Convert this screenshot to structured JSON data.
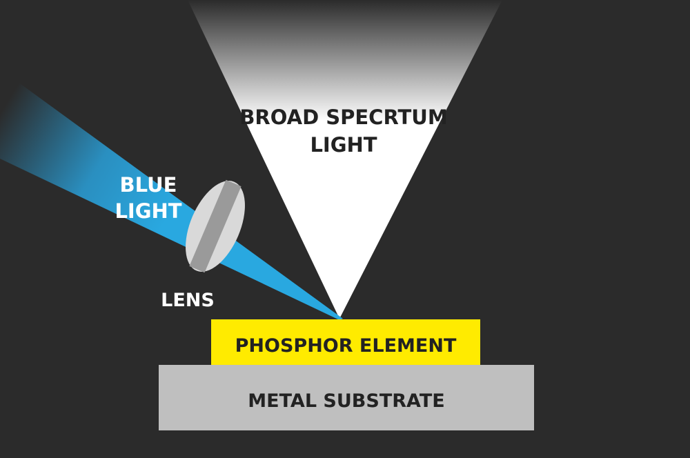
{
  "labels": {
    "broad_line1": "BROAD SPECRTUM",
    "broad_line2": "LIGHT",
    "blue_line1": "BLUE",
    "blue_line2": "LIGHT",
    "lens": "LENS",
    "phosphor": "PHOSPHOR ELEMENT",
    "substrate": "METAL SUBSTRATE"
  },
  "colors": {
    "background": "#2b2b2b",
    "blue_beam": "#29a8e0",
    "white_beam": "#ffffff",
    "phosphor": "#ffeb00",
    "substrate": "#bfbfbf",
    "lens_light": "#d9d9d9",
    "lens_dark": "#9a9a9a",
    "dark_text": "#222222",
    "light_text": "#ffffff"
  }
}
